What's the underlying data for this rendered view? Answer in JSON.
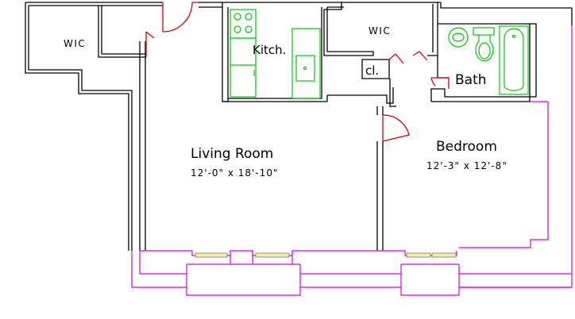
{
  "rooms": {
    "wic_left": {
      "name": "WIC"
    },
    "kitchen": {
      "name": "Kitch."
    },
    "wic_center": {
      "name": "WIC"
    },
    "closet": {
      "name": "cl."
    },
    "bath": {
      "name": "Bath"
    },
    "living": {
      "name": "Living Room",
      "dimensions": "12'-0\" x 18'-10\""
    },
    "bedroom": {
      "name": "Bedroom",
      "dimensions": "12'-3\" x 12'-8\""
    }
  },
  "colors": {
    "walls": "#000000",
    "fixtures": "#00cc00",
    "doors": "#e00000",
    "exterior": "#e000e0",
    "glazing": "#f2f2a0"
  }
}
